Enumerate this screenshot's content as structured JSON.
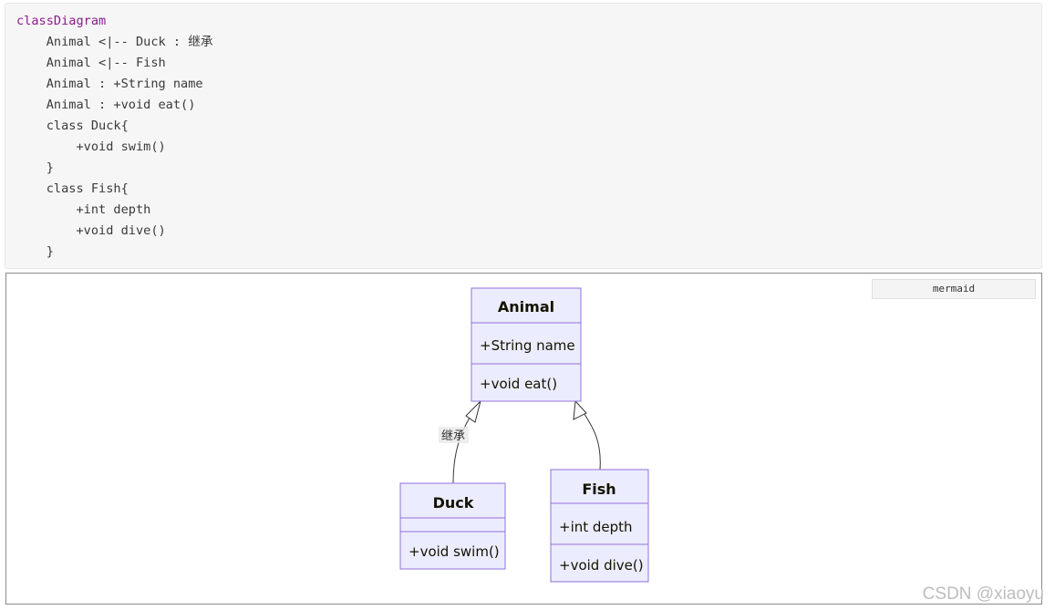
{
  "code": {
    "lines": [
      "classDiagram",
      "    Animal <|-- Duck : 继承",
      "    Animal <|-- Fish",
      "    Animal : +String name",
      "    Animal : +void eat()",
      "    class Duck{",
      "        +void swim()",
      "    }",
      "    class Fish{",
      "        +int depth",
      "        +void dive()",
      "    }"
    ]
  },
  "diagram": {
    "language_label": "mermaid",
    "classes": {
      "animal": {
        "name": "Animal",
        "attributes": [
          "+String name"
        ],
        "methods": [
          "+void eat()"
        ]
      },
      "duck": {
        "name": "Duck",
        "attributes": [],
        "methods": [
          "+void swim()"
        ]
      },
      "fish": {
        "name": "Fish",
        "attributes": [
          "+int depth"
        ],
        "methods": [
          "+void dive()"
        ]
      }
    },
    "relations": {
      "duck_animal_label": "继承"
    },
    "colors": {
      "box_fill": "#ececff",
      "box_stroke": "#9370db",
      "line": "#333333"
    }
  },
  "watermark": "CSDN @xiaoyu"
}
